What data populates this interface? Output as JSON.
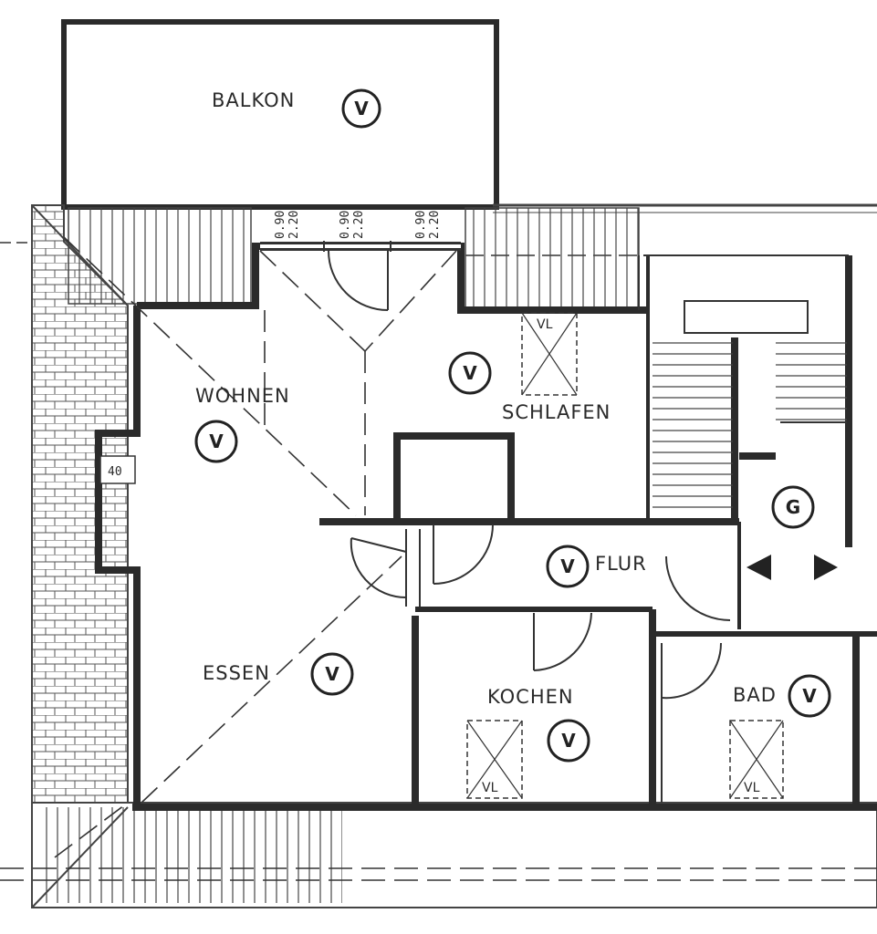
{
  "rooms": {
    "balkon": "BALKON",
    "wohnen": "WOHNEN",
    "schlafen": "SCHLAFEN",
    "essen": "ESSEN",
    "flur": "FLUR",
    "kochen": "KOCHEN",
    "bad": "BAD"
  },
  "markers": {
    "v": "V",
    "g": "G"
  },
  "vent_label": "VL",
  "window_dims": {
    "width": "0.90",
    "height": "2.20"
  },
  "wall_dim": "40",
  "colors": {
    "wall": "#2b2b2b",
    "line": "#333333",
    "paper": "#ffffff"
  }
}
